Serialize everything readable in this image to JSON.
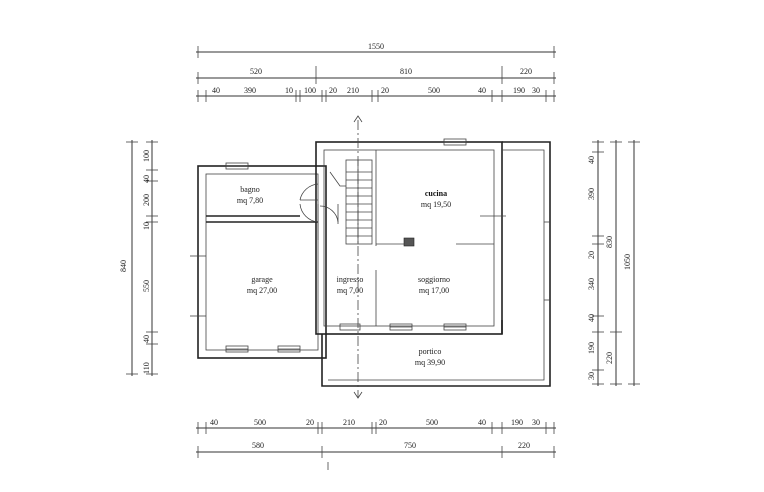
{
  "rooms": {
    "bagno": {
      "name": "bagno",
      "area": "mq 7,80"
    },
    "cucina": {
      "name": "cucina",
      "area": "mq 19,50"
    },
    "garage": {
      "name": "garage",
      "area": "mq 27,00"
    },
    "ingresso": {
      "name": "ingresso",
      "area": "mq 7,00"
    },
    "soggiorno": {
      "name": "soggiorno",
      "area": "mq 17,00"
    },
    "portico": {
      "name": "portico",
      "area": "mq 39,90"
    }
  },
  "dims_top": {
    "total": "1550",
    "row2": [
      "520",
      "810",
      "220"
    ],
    "row3": [
      "40",
      "390",
      "10",
      "100",
      "20",
      "210",
      "20",
      "500",
      "40",
      "190",
      "30"
    ]
  },
  "dims_bottom": {
    "row1": [
      "40",
      "500",
      "20",
      "210",
      "20",
      "500",
      "40",
      "190",
      "30"
    ],
    "row2": [
      "580",
      "750",
      "220"
    ]
  },
  "dims_left": {
    "total": "840",
    "row2": [
      "100",
      "40",
      "200",
      "10",
      "550",
      "40",
      "110"
    ]
  },
  "dims_right": {
    "total": "1050",
    "row2": [
      "830",
      "220"
    ],
    "row3": [
      "40",
      "390",
      "20",
      "340",
      "40",
      "190",
      "30"
    ]
  }
}
